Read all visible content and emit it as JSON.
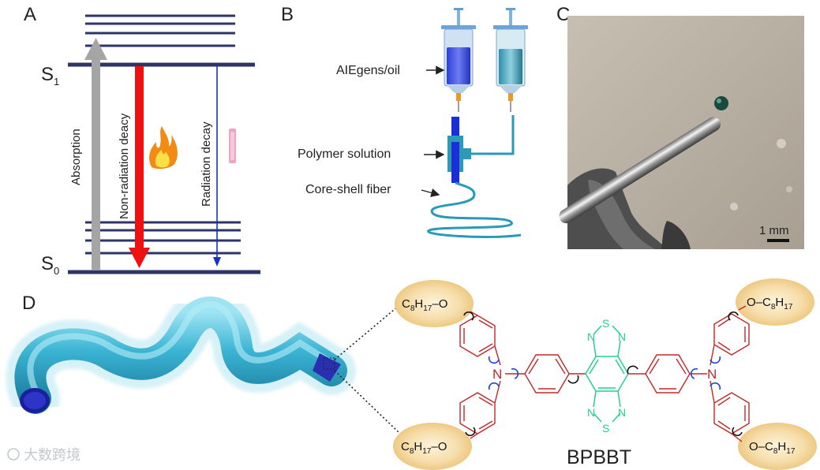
{
  "panels": {
    "a": {
      "letter": "A",
      "s1": "S",
      "s1_sub": "1",
      "s0": "S",
      "s0_sub": "0",
      "absorption": "Absorption",
      "non_radiation": "Non-radiation deacy",
      "radiation": "Radiation decay",
      "colors": {
        "levels": "#2e3566",
        "absorption": "#a5a5a5",
        "nonrad": "#ee1111",
        "rad": "#1630c8"
      }
    },
    "b": {
      "letter": "B",
      "aiegens": "AIEgens/oil",
      "polymer": "Polymer solution",
      "fiber": "Core-shell fiber",
      "colors": {
        "core": "#1b2fd6",
        "shell": "#2a9ab8"
      }
    },
    "c": {
      "letter": "C",
      "scale": "1 mm"
    },
    "d": {
      "letter": "D",
      "molecule": "BPBBT",
      "chain_c": "C",
      "chain_c_sub": "8",
      "chain_h": "H",
      "chain_h_sub": "17",
      "oxygen": "O",
      "dash": "–",
      "nitrogen": "N",
      "sulfur": "S",
      "colors": {
        "ring": "#c0282a",
        "core": "#23d18f",
        "arrow_blue": "#1f3fe0"
      }
    }
  },
  "watermark": "大数跨境"
}
